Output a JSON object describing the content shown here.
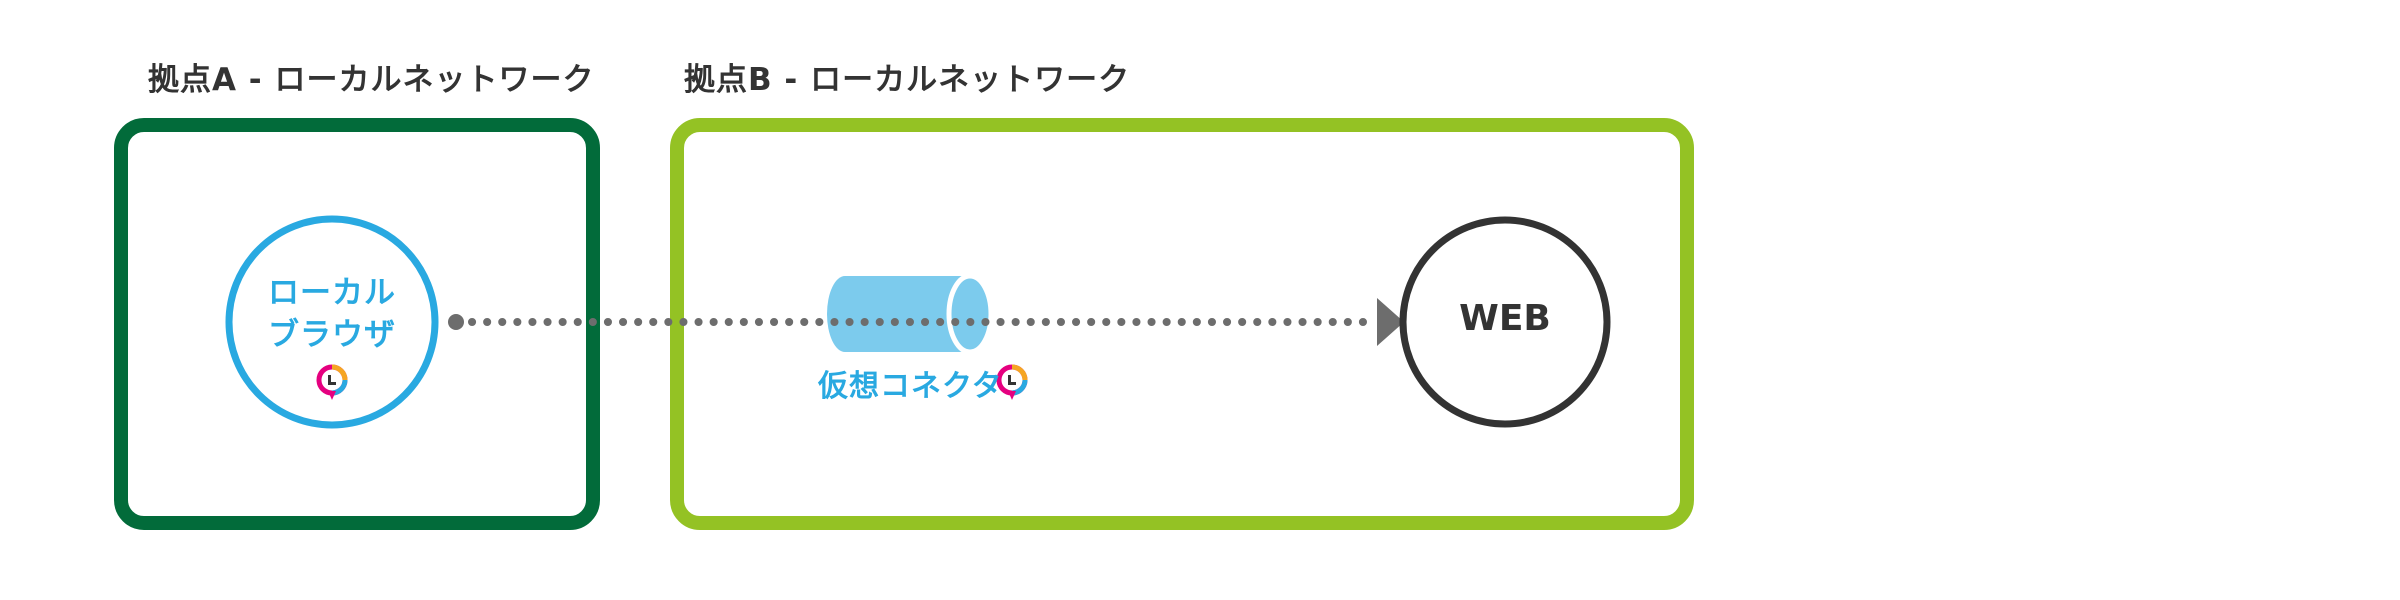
{
  "zones": [
    {
      "label": "拠点A - ローカルネットワーク",
      "border_color": "#026b3a"
    },
    {
      "label": "拠点B - ローカルネットワーク",
      "border_color": "#94c224"
    }
  ],
  "nodes": {
    "local_browser": {
      "line1": "ローカル",
      "line2": "ブラウザ",
      "color": "#29a9e1"
    },
    "virtual_connector": {
      "label": "仮想コネクタ",
      "color": "#7ccbed"
    },
    "web": {
      "label": "WEB",
      "color": "#333333"
    }
  },
  "connection": {
    "style": "dotted",
    "color": "#6d6d6d",
    "from": "local_browser",
    "via": "virtual_connector",
    "to": "web"
  },
  "icons": [
    "product-logo-icon"
  ]
}
